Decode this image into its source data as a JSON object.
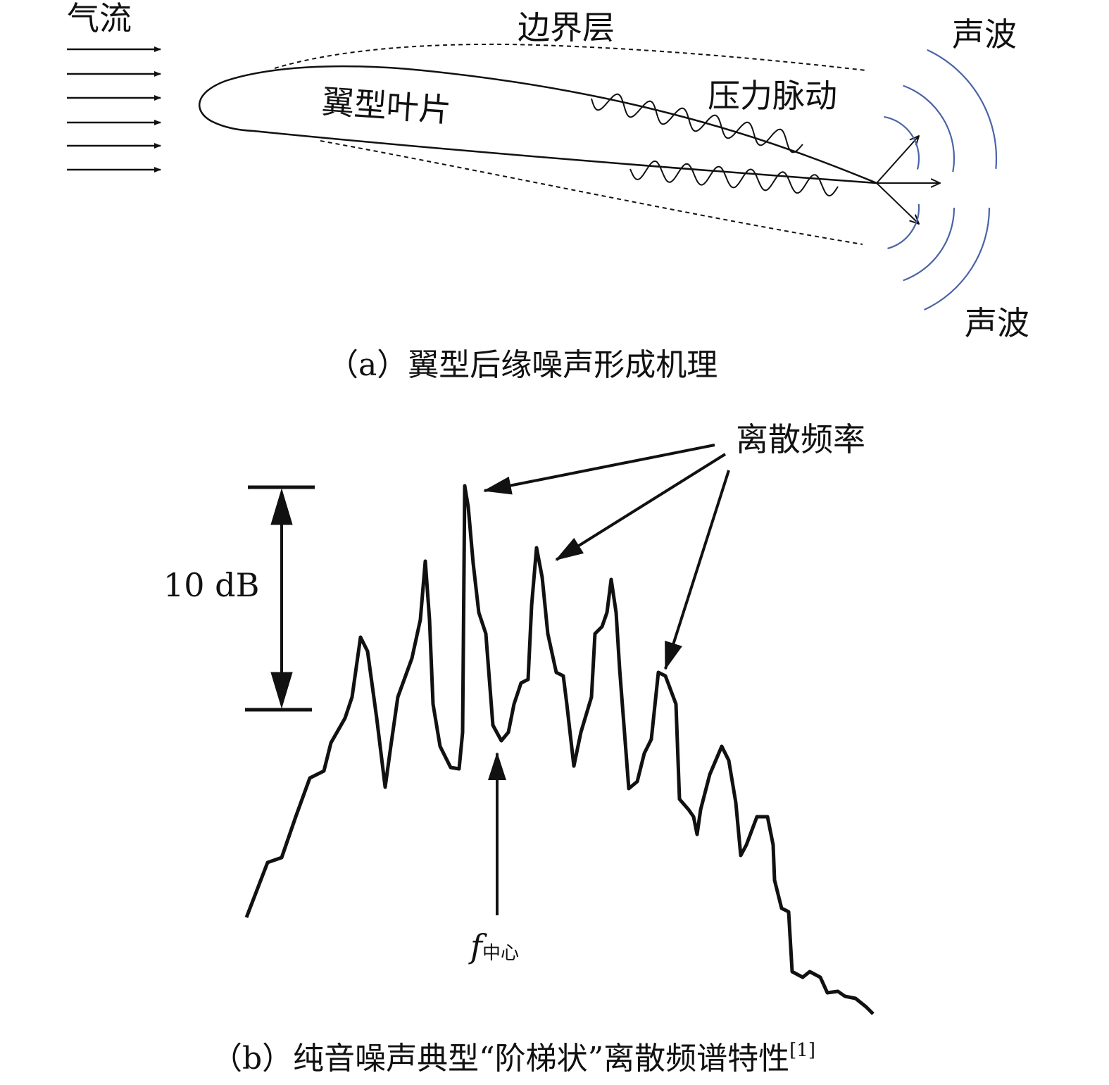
{
  "panel_a": {
    "airflow_label": "气流",
    "boundary_layer_label": "边界层",
    "airfoil_label": "翼型叶片",
    "pressure_fluctuation_label": "压力脉动",
    "sound_wave_top_label": "声波",
    "sound_wave_bottom_label": "声波",
    "caption": "（a）翼型后缘噪声形成机理",
    "wave_color": "#4a64a8"
  },
  "panel_b": {
    "scale_label": "10 dB",
    "discrete_freq_label": "离散频率",
    "center_freq_symbol": "f",
    "center_freq_subscript": "中心",
    "caption": "（b）纯音噪声典型“阶梯状”离散频谱特性",
    "caption_ref": "[1]"
  }
}
